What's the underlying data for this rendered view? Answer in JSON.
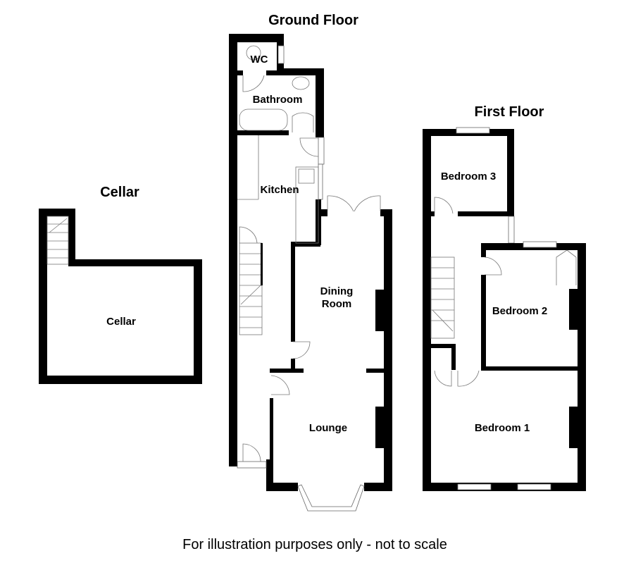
{
  "titles": {
    "ground_floor": "Ground Floor",
    "first_floor": "First Floor",
    "cellar": "Cellar"
  },
  "rooms": {
    "wc": "WC",
    "bathroom": "Bathroom",
    "kitchen": "Kitchen",
    "dining_1": "Dining",
    "dining_2": "Room",
    "lounge": "Lounge",
    "cellar": "Cellar",
    "bedroom1": "Bedroom 1",
    "bedroom2": "Bedroom 2",
    "bedroom3": "Bedroom 3"
  },
  "caption": "For illustration purposes only - not to scale"
}
